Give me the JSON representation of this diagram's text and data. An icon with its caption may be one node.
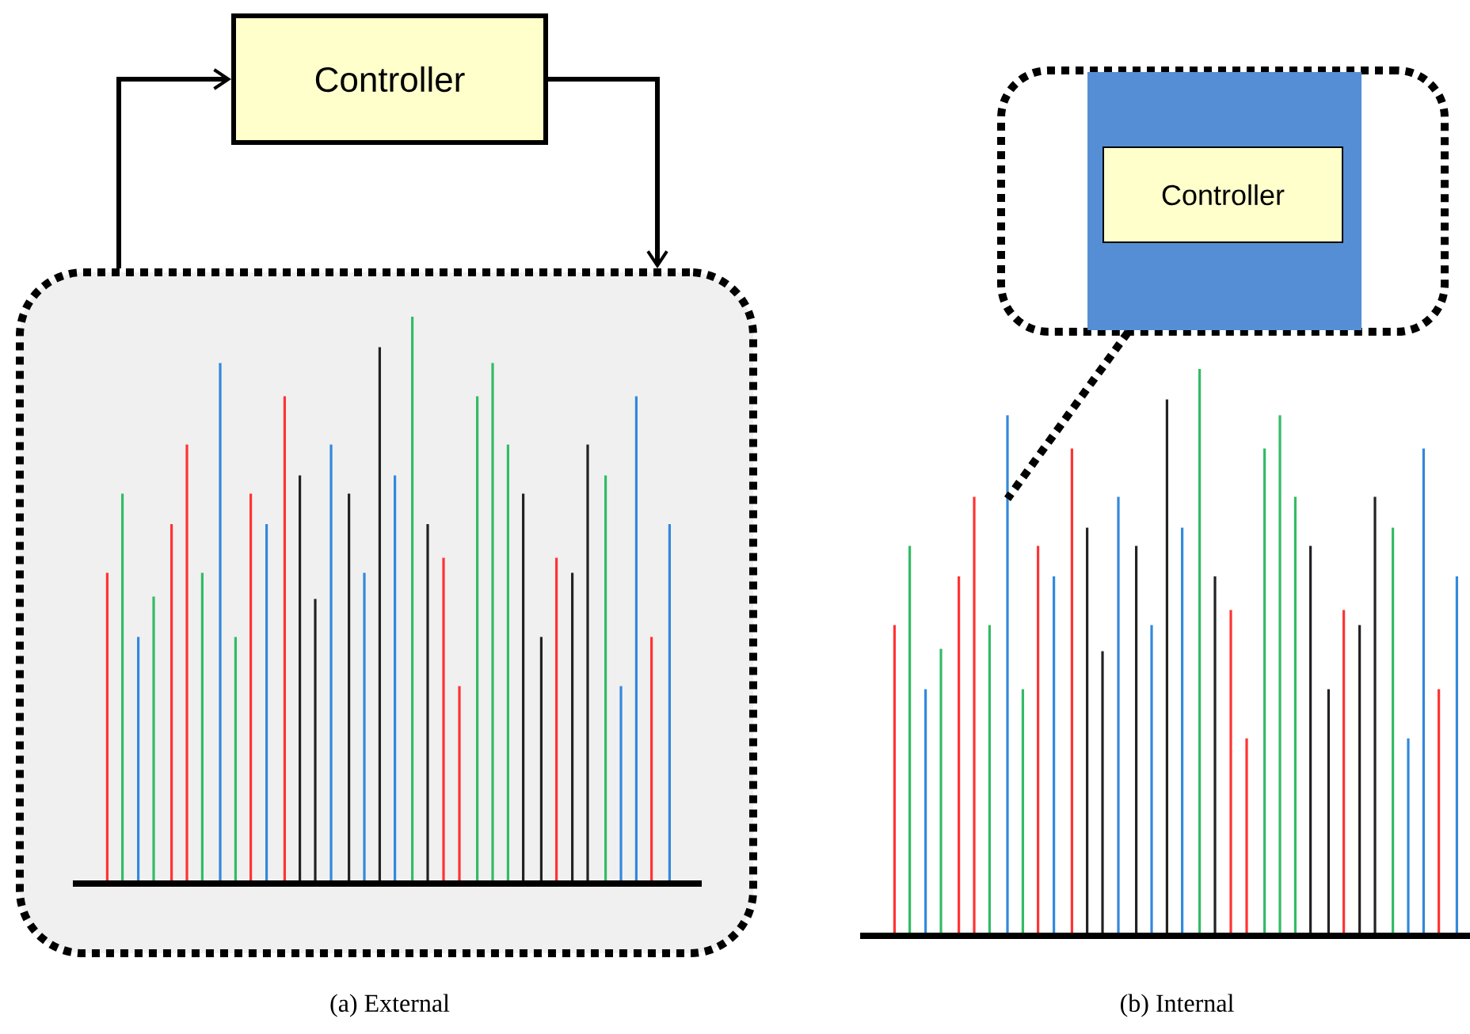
{
  "diagram": {
    "nodes": [
      {
        "text": [
          "Controller"
        ]
      },
      {
        "text": [],
        "shape": "box"
      },
      {
        "text": [],
        "shape": "box"
      },
      {
        "text": [],
        "shape": "box",
        "in": 2
      },
      {
        "text": [
          "Controller"
        ],
        "in": 3
      }
    ],
    "edges": [
      {
        "from": 1,
        "to": 0,
        "arrow": "to"
      },
      {
        "from": 0,
        "to": 1,
        "arrow": "to"
      },
      {
        "from": 2,
        "to": null,
        "arrow": "none",
        "style": "dashed"
      }
    ],
    "labels": [
      "(a) External",
      "(b) Internal"
    ]
  }
}
